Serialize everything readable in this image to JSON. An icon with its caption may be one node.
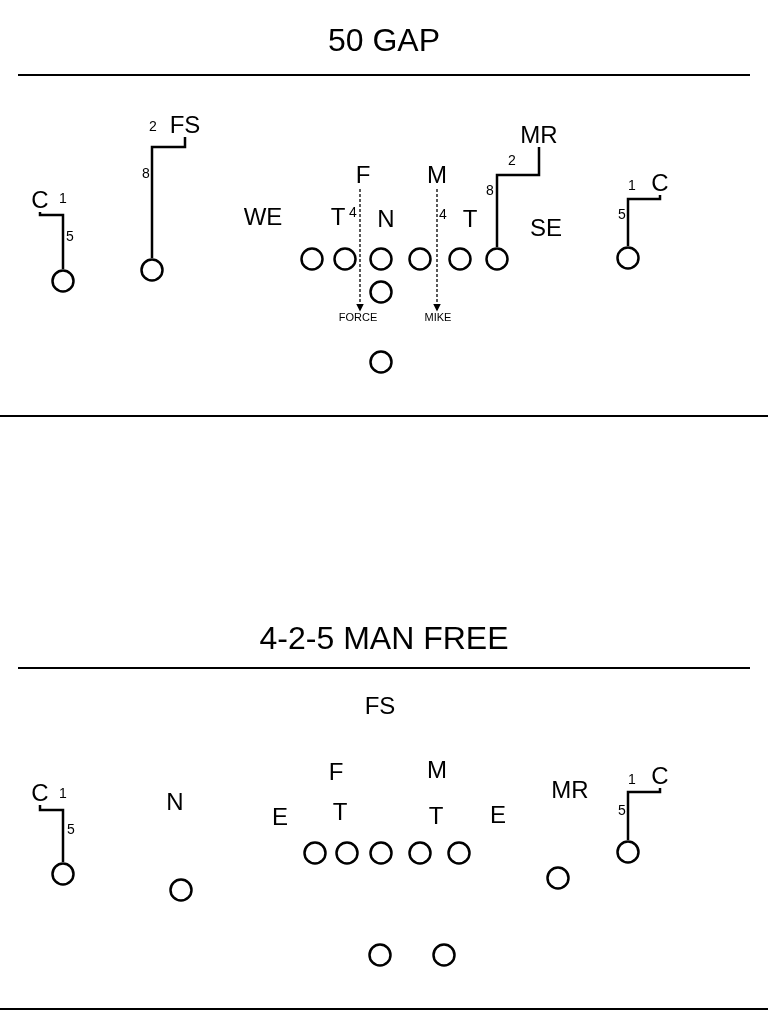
{
  "diagram": {
    "nodes": [
      {
        "text": [
          "50 GAP"
        ]
      },
      {
        "text": [
          "FS"
        ],
        "in": 0
      },
      {
        "text": [
          "MR"
        ],
        "in": 0
      },
      {
        "text": [
          "F"
        ],
        "in": 0
      },
      {
        "text": [
          "M"
        ],
        "in": 0
      },
      {
        "text": [
          "C"
        ],
        "in": 0
      },
      {
        "text": [
          "C"
        ],
        "in": 0
      },
      {
        "text": [
          "WE"
        ],
        "in": 0
      },
      {
        "text": [
          "T"
        ],
        "in": 0
      },
      {
        "text": [
          "N"
        ],
        "in": 0
      },
      {
        "text": [
          "T"
        ],
        "in": 0
      },
      {
        "text": [
          "SE"
        ],
        "in": 0
      },
      {
        "text": [
          "FORCE"
        ],
        "in": 0
      },
      {
        "text": [
          "MIKE"
        ],
        "in": 0
      },
      {
        "text": [],
        "shape": "circle",
        "in": 0
      },
      {
        "text": [],
        "shape": "circle",
        "in": 0
      },
      {
        "text": [],
        "shape": "circle",
        "in": 0
      },
      {
        "text": [],
        "shape": "circle",
        "in": 0
      },
      {
        "text": [],
        "shape": "circle",
        "in": 0
      },
      {
        "text": [],
        "shape": "circle",
        "in": 0
      },
      {
        "text": [],
        "shape": "circle",
        "in": 0
      },
      {
        "text": [],
        "shape": "circle",
        "in": 0
      },
      {
        "text": [],
        "shape": "circle",
        "in": 0
      },
      {
        "text": [],
        "shape": "circle",
        "in": 0
      },
      {
        "text": [],
        "shape": "circle",
        "in": 0
      },
      {
        "text": [
          "4-2-5 MAN FREE"
        ]
      },
      {
        "text": [
          "FS"
        ],
        "in": 25
      },
      {
        "text": [
          "F"
        ],
        "in": 25
      },
      {
        "text": [
          "M"
        ],
        "in": 25
      },
      {
        "text": [
          "C"
        ],
        "in": 25
      },
      {
        "text": [
          "N"
        ],
        "in": 25
      },
      {
        "text": [
          "MR"
        ],
        "in": 25
      },
      {
        "text": [
          "C"
        ],
        "in": 25
      },
      {
        "text": [
          "E"
        ],
        "in": 25
      },
      {
        "text": [
          "T"
        ],
        "in": 25
      },
      {
        "text": [
          "T"
        ],
        "in": 25
      },
      {
        "text": [
          "E"
        ],
        "in": 25
      },
      {
        "text": [],
        "shape": "circle",
        "in": 25
      },
      {
        "text": [],
        "shape": "circle",
        "in": 25
      },
      {
        "text": [],
        "shape": "circle",
        "in": 25
      },
      {
        "text": [],
        "shape": "circle",
        "in": 25
      },
      {
        "text": [],
        "shape": "circle",
        "in": 25
      },
      {
        "text": [],
        "shape": "circle",
        "in": 25
      },
      {
        "text": [],
        "shape": "circle",
        "in": 25
      },
      {
        "text": [],
        "shape": "circle",
        "in": 25
      },
      {
        "text": [],
        "shape": "circle",
        "in": 25
      },
      {
        "text": [],
        "shape": "circle",
        "in": 25
      },
      {
        "text": [],
        "shape": "circle",
        "in": 25
      }
    ],
    "edges": [
      {
        "from": 3,
        "to": 12,
        "arrow": "to",
        "style": "dashed"
      },
      {
        "from": 4,
        "to": 13,
        "arrow": "to",
        "style": "dashed"
      },
      {
        "from": 22,
        "to": 5,
        "arrow": "none"
      },
      {
        "from": 21,
        "to": 1,
        "arrow": "none"
      },
      {
        "from": 19,
        "to": 2,
        "arrow": "none"
      },
      {
        "from": 20,
        "to": 6,
        "arrow": "none"
      },
      {
        "from": 43,
        "to": 29,
        "arrow": "none"
      },
      {
        "from": 42,
        "to": 32,
        "arrow": "none"
      }
    ],
    "labels": [
      "2",
      "2",
      "8",
      "1",
      "8",
      "1",
      "4",
      "4",
      "5",
      "5",
      "1",
      "1",
      "5",
      "5"
    ]
  }
}
